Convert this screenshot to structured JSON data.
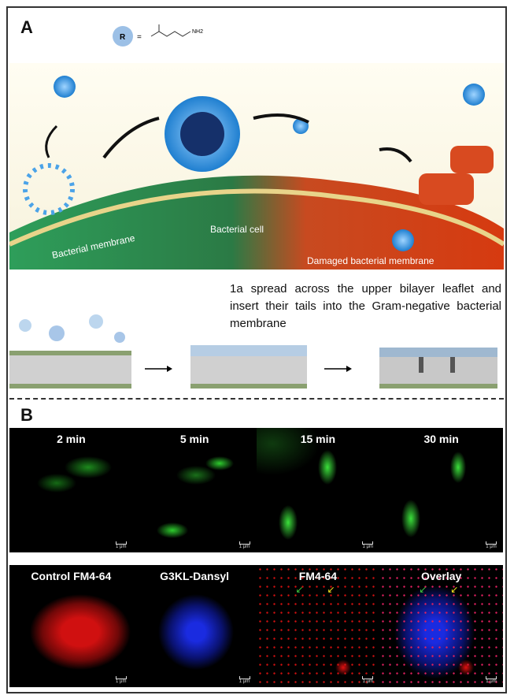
{
  "panel_a": {
    "label": "A",
    "r_group_label": "R",
    "r_group_formula": "NH2",
    "illustration_labels": {
      "membrane": "Bacterial membrane",
      "cell": "Bacterial cell",
      "damaged": "Damaged bacterial membrane"
    },
    "caption": "1a spread across the upper bilayer leaflet and insert their tails into the Gram-negative bacterial membrane"
  },
  "panel_b": {
    "label": "B",
    "time_panels": [
      "2 min",
      "5 min",
      "15 min",
      "30 min"
    ],
    "stain_panels": [
      "Control FM4-64",
      "G3KL-Dansyl",
      "FM4-64",
      "Overlay"
    ],
    "scale_bar": "1 μm",
    "colors": {
      "green": "#2ecc2e",
      "red": "#e01010",
      "blue": "#1a2be0"
    }
  }
}
